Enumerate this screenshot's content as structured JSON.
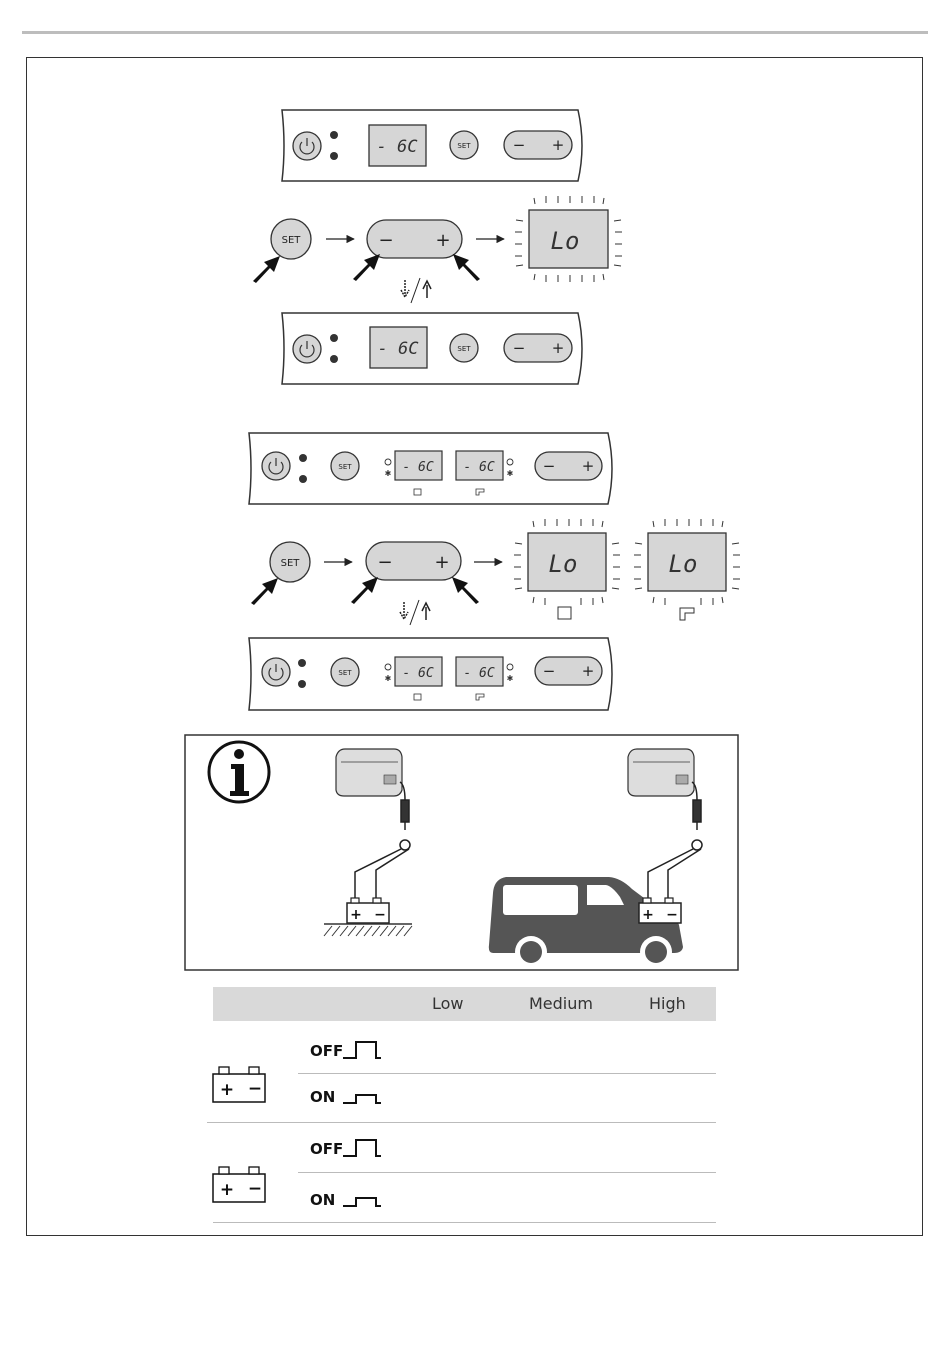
{
  "display": {
    "temperature_reading": "- 6C",
    "flashing_reading": "Lo"
  },
  "buttons": {
    "set_label": "SET",
    "minus_label": "−",
    "plus_label": "+"
  },
  "info_box": {
    "icon": "info-icon",
    "battery_plus": "+",
    "battery_minus": "−"
  },
  "table": {
    "columns": [
      "",
      "Low",
      "Medium",
      "High"
    ],
    "rows": [
      {
        "group": "battery",
        "mode": "OFF",
        "mode_icon": "ignition-off-icon"
      },
      {
        "group": "battery",
        "mode": "ON",
        "mode_icon": "ignition-on-icon"
      },
      {
        "group": "battery",
        "mode": "OFF",
        "mode_icon": "ignition-off-icon"
      },
      {
        "group": "battery",
        "mode": "ON",
        "mode_icon": "ignition-on-icon"
      }
    ]
  }
}
